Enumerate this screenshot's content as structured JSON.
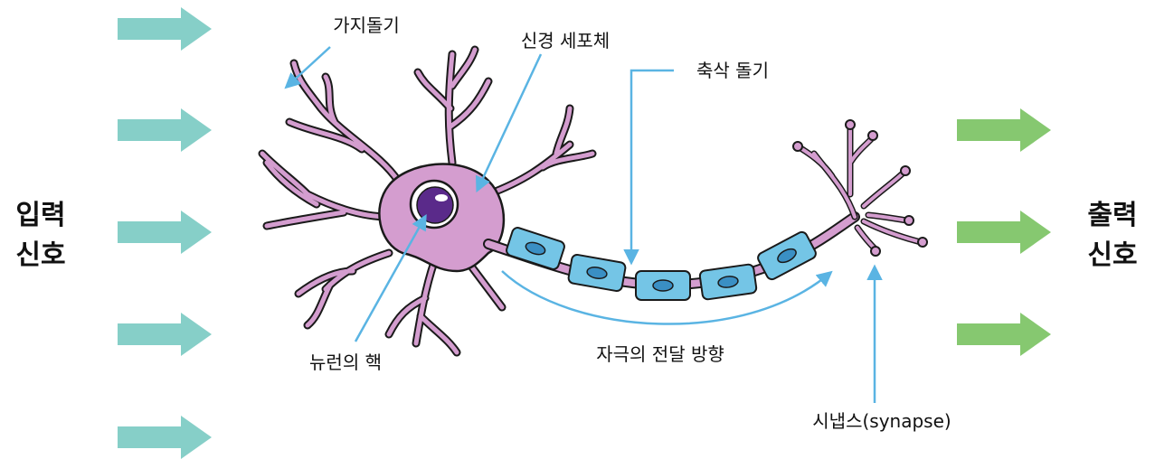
{
  "left_signal": {
    "line1": "입력",
    "line2": "신호",
    "arrow_color": "#86cfc8"
  },
  "right_signal": {
    "line1": "출력",
    "line2": "신호",
    "arrow_color": "#86c870"
  },
  "labels": {
    "dendrite": "가지돌기",
    "cell_body": "신경 세포체",
    "axon": "축삭 돌기",
    "nucleus": "뉴런의 핵",
    "direction": "자극의 전달 방향",
    "synapse": "시냅스(synapse)"
  },
  "colors": {
    "neuron_fill": "#d49dcf",
    "neuron_stroke": "#1a1a1a",
    "nucleus_fill": "#5a2a8a",
    "myelin_fill": "#74c5e6",
    "pointer": "#5ab4e3"
  }
}
